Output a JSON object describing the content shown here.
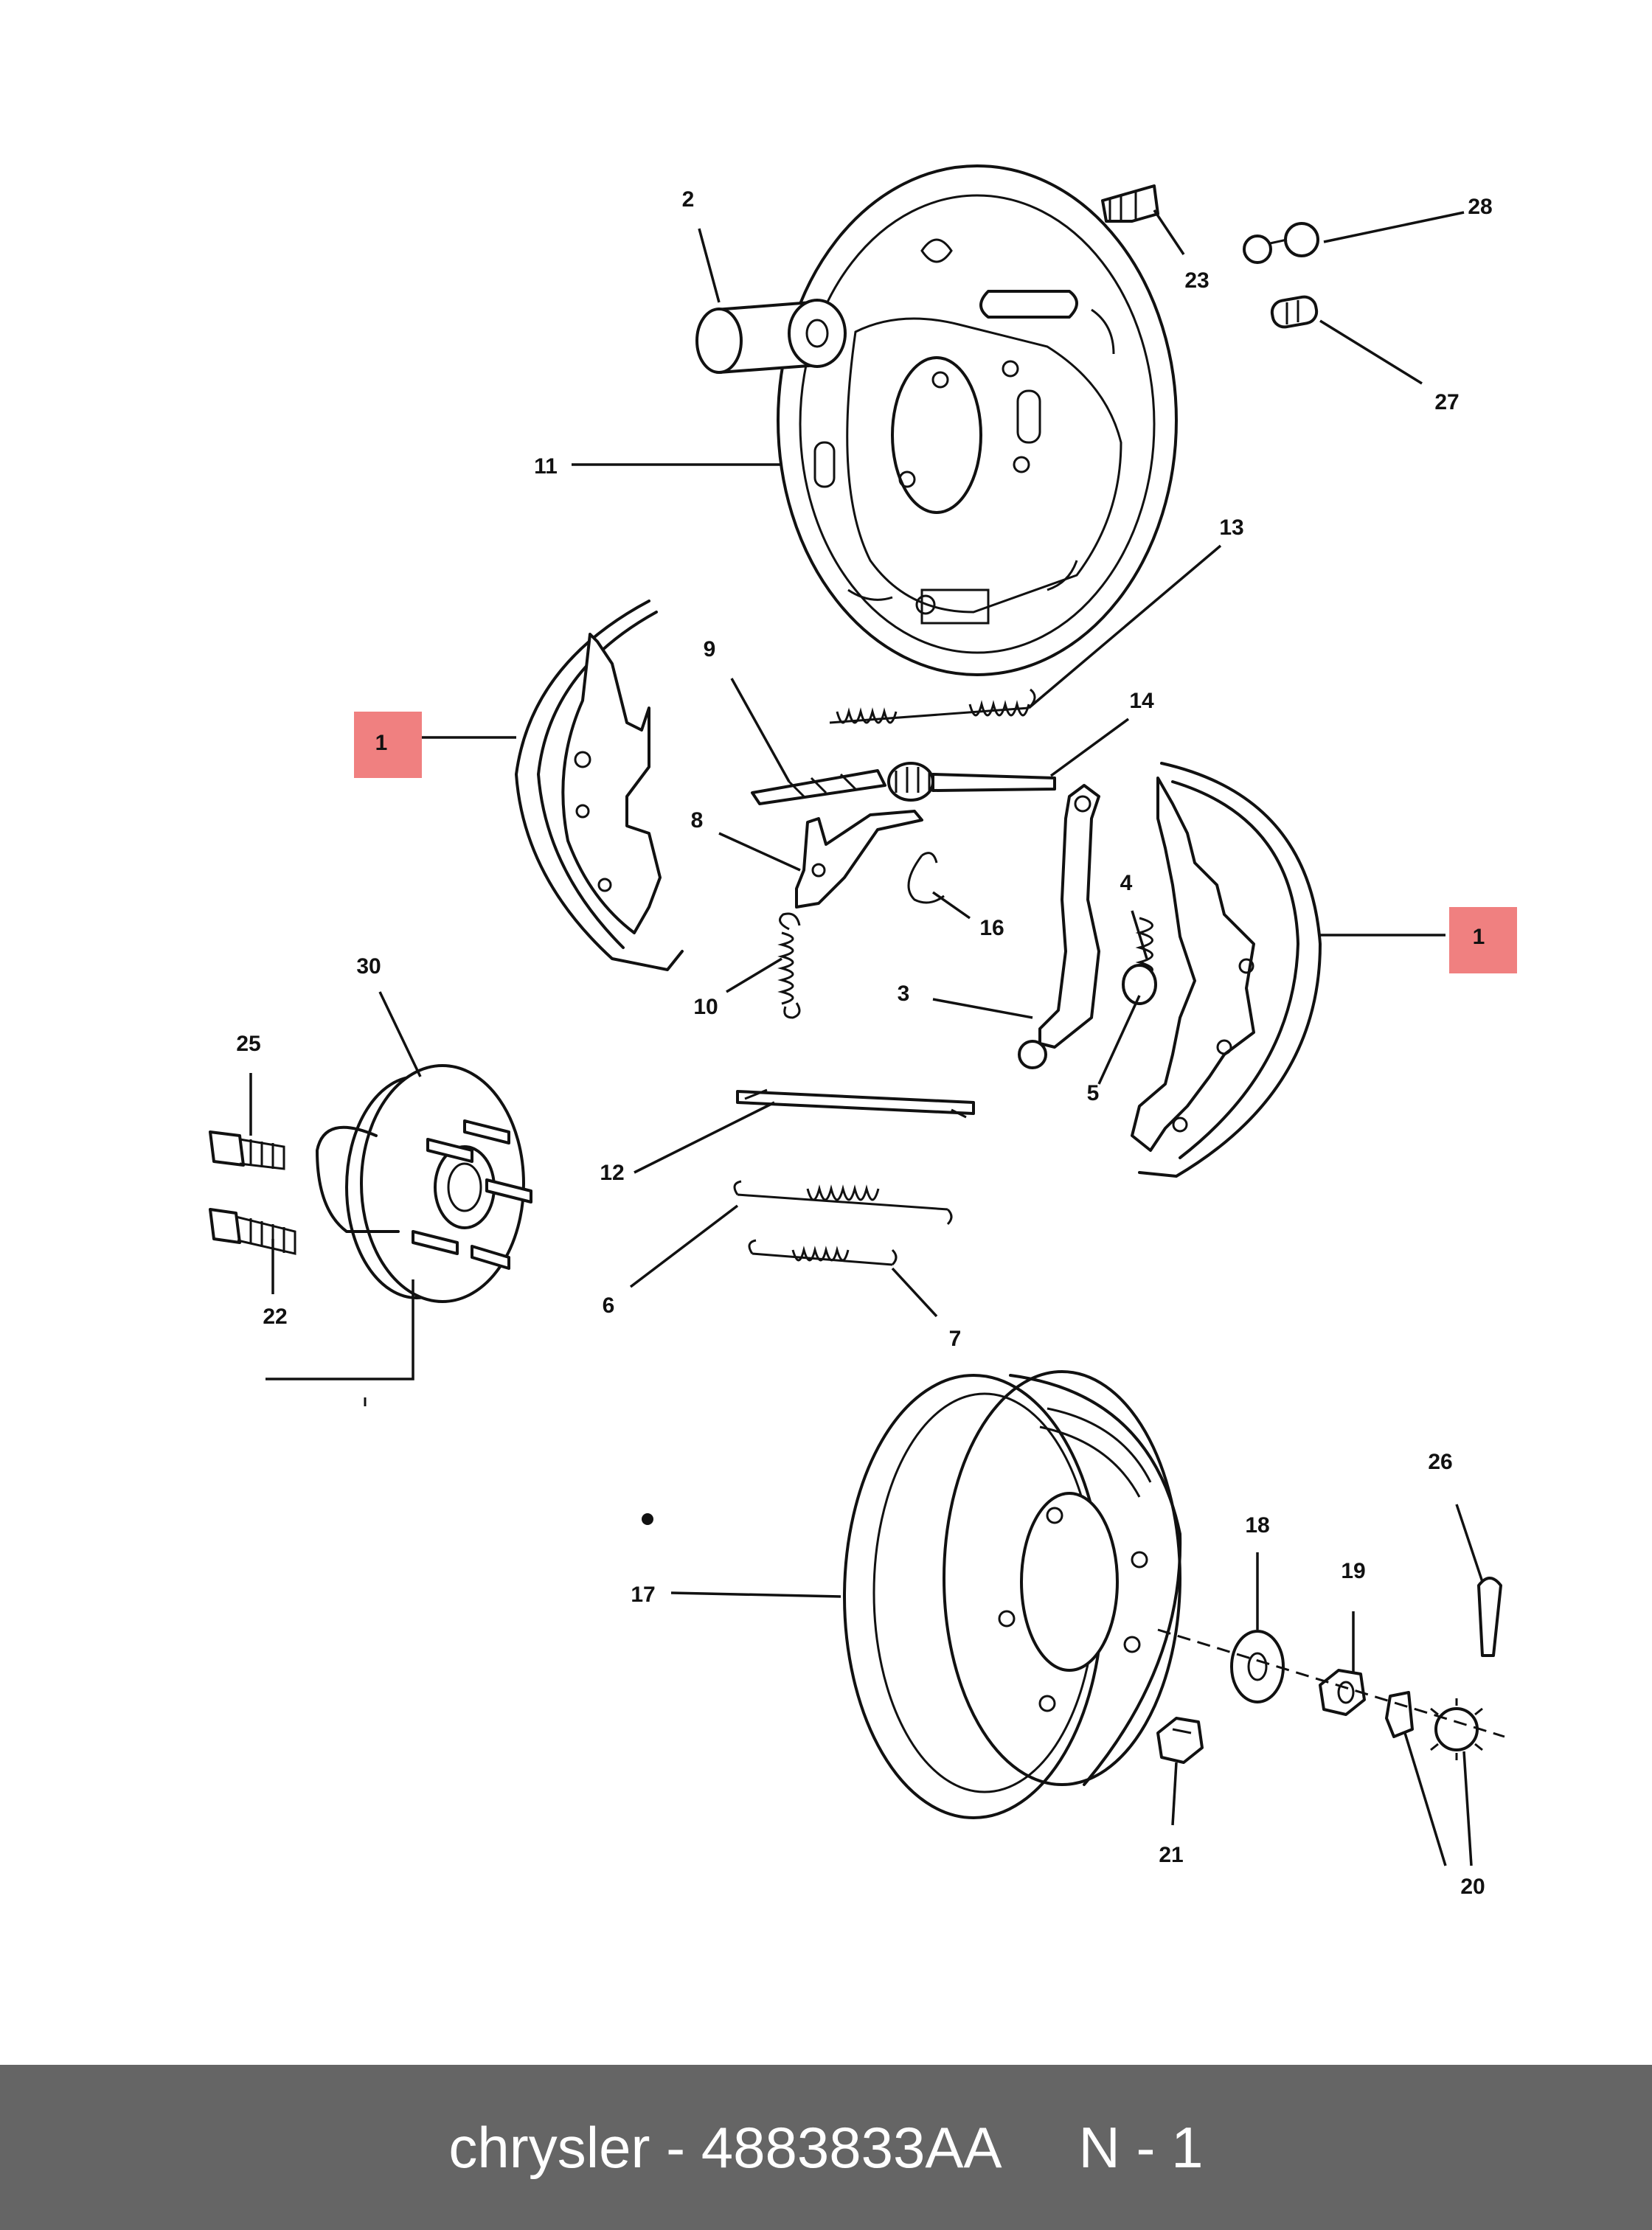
{
  "callouts": {
    "c1a": "1",
    "c1b": "1",
    "c2": "2",
    "c3": "3",
    "c4": "4",
    "c5": "5",
    "c6": "6",
    "c7": "7",
    "c8": "8",
    "c9": "9",
    "c10": "10",
    "c11": "11",
    "c12": "12",
    "c13": "13",
    "c14": "14",
    "c16": "16",
    "c17": "17",
    "c18": "18",
    "c19": "19",
    "c20": "20",
    "c21": "21",
    "c22": "22",
    "c23": "23",
    "c25": "25",
    "c26": "26",
    "c27": "27",
    "c28": "28",
    "c30": "30"
  },
  "highlight_color": "#f08080",
  "footer": {
    "caption": "chrysler - 4883833AA     N - 1",
    "background": "#656565"
  }
}
